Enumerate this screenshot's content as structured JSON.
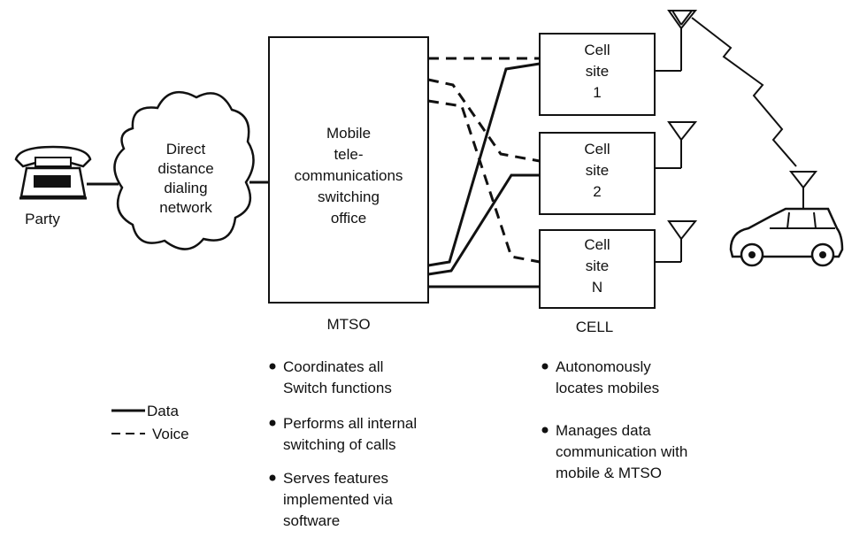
{
  "party": {
    "label": "Party"
  },
  "network": {
    "lines": [
      "Direct",
      "distance",
      "dialing",
      "network"
    ]
  },
  "mtso": {
    "box_lines": [
      "Mobile",
      "tele-",
      "communications",
      "switching",
      "office"
    ],
    "caption": "MTSO",
    "bullets": [
      [
        "Coordinates all",
        "Switch  functions"
      ],
      [
        "Performs all internal",
        "switching of calls"
      ],
      [
        "Serves  features",
        "implemented  via",
        "software"
      ]
    ]
  },
  "cells": {
    "sites": [
      {
        "lines": [
          "Cell",
          "site",
          "1"
        ]
      },
      {
        "lines": [
          "Cell",
          "site",
          "2"
        ]
      },
      {
        "lines": [
          "Cell",
          "site",
          "N"
        ]
      }
    ],
    "caption": "CELL",
    "bullets": [
      [
        "Autonomously",
        "locates mobiles"
      ],
      [
        "Manages data",
        "communication with",
        "mobile & MTSO"
      ]
    ]
  },
  "legend": {
    "data": "Data",
    "voice": "Voice"
  }
}
